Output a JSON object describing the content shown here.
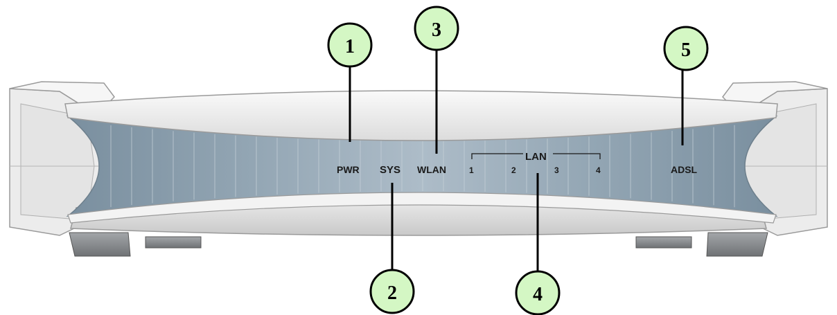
{
  "device": {
    "led_labels": {
      "pwr": "PWR",
      "sys": "SYS",
      "wlan": "WLAN",
      "lan_group": "LAN",
      "lan_ports": [
        "1",
        "2",
        "3",
        "4"
      ],
      "adsl": "ADSL"
    }
  },
  "callouts": [
    {
      "number": "1",
      "target": "PWR"
    },
    {
      "number": "2",
      "target": "SYS"
    },
    {
      "number": "3",
      "target": "WLAN"
    },
    {
      "number": "4",
      "target": "LAN"
    },
    {
      "number": "5",
      "target": "ADSL"
    }
  ],
  "colors": {
    "callout_fill": "#d4f7c4",
    "panel_dark": "#7e93a3",
    "panel_light": "#a9b9c5",
    "body": "#eeeeee",
    "body_edge": "#9a9a9a",
    "foot": "#8a8d90"
  }
}
